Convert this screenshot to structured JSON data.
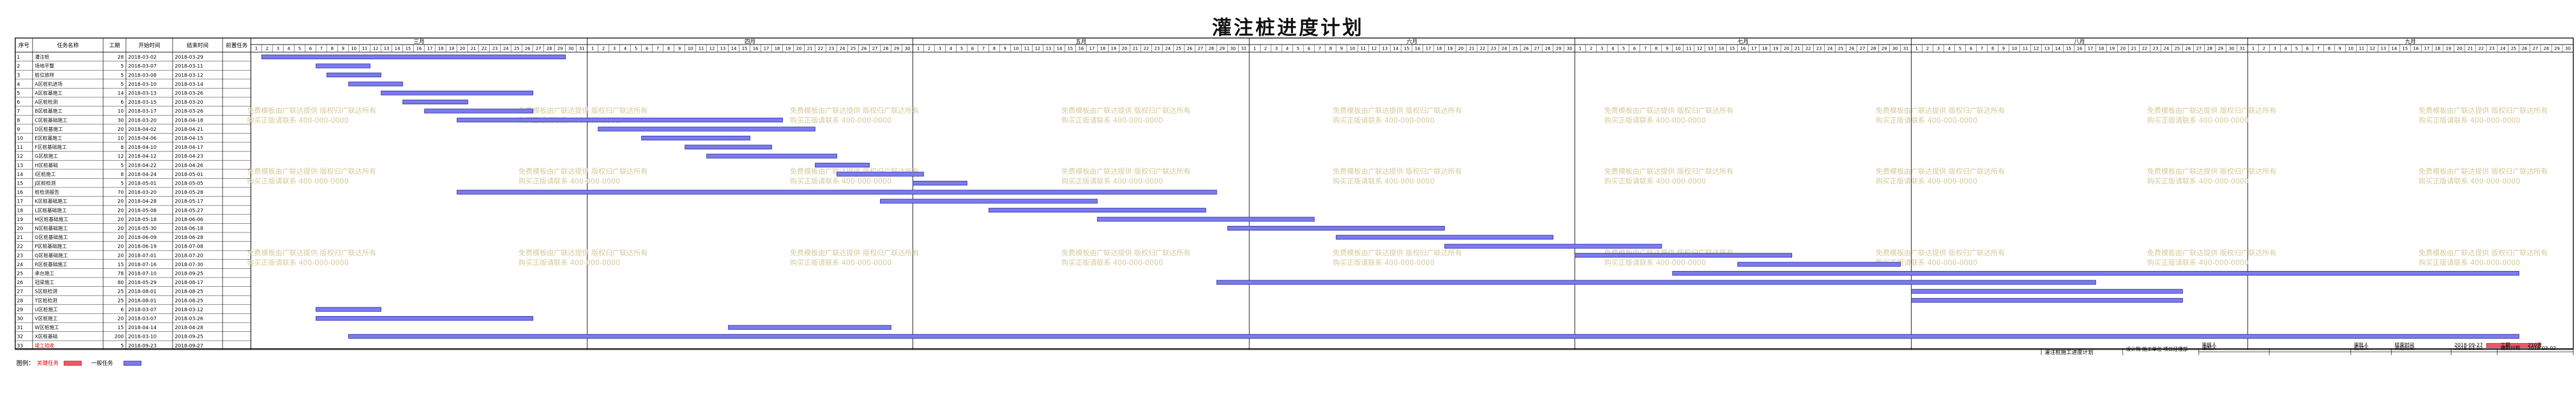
{
  "page_title": "灌注桩进度计划",
  "columns": [
    "序号",
    "任务名称",
    "工期",
    "开始时间",
    "结束时间",
    "前置任务"
  ],
  "watermark_line1": "免费模板由广联达提供 版权归广联达所有",
  "watermark_line2": "购买正版请联系 400-000-0000",
  "colors": {
    "bar": "#7b7beb",
    "bar_border": "#1a1a9c",
    "critical": "#ee5a6a",
    "grid": "#000000",
    "watermark": "#d6c99a"
  },
  "legend": {
    "label": "图例：",
    "critical": "关键任务",
    "normal": "一般任务"
  },
  "footer": {
    "project_name": "灌注桩施工进度计划",
    "org": "设计院 施工单位 项目经理部",
    "made_by_label": "编制人",
    "made_by": "",
    "reviewer_label": "审核人",
    "reviewer": "",
    "checker_label": "校对人",
    "checker": "",
    "approver_label": "审批人",
    "approver": "",
    "start_label": "开始时间",
    "start_value": "2018-03-02",
    "end_label": "结束时间",
    "end_value": "2018-09-27",
    "duration_label": "工期",
    "duration_value": "210天",
    "plan_label": "编制日期",
    "plan_value": "2018-03-02"
  },
  "chart_data": {
    "type": "gantt",
    "months": [
      {
        "label": "三月",
        "days": 31
      },
      {
        "label": "四月",
        "days": 30
      },
      {
        "label": "五月",
        "days": 31
      },
      {
        "label": "六月",
        "days": 30
      },
      {
        "label": "七月",
        "days": 31
      },
      {
        "label": "八月",
        "days": 31
      },
      {
        "label": "九月",
        "days": 30
      }
    ],
    "tasks": [
      {
        "id": "1",
        "name": "灌注桩",
        "duration": "28",
        "start": "2018-03-02",
        "end": "2018-03-29",
        "pred": "",
        "critical": false
      },
      {
        "id": "2",
        "name": "场地平整",
        "duration": "5",
        "start": "2018-03-07",
        "end": "2018-03-11",
        "pred": "",
        "critical": false
      },
      {
        "id": "3",
        "name": "桩位放样",
        "duration": "5",
        "start": "2018-03-08",
        "end": "2018-03-12",
        "pred": "",
        "critical": false
      },
      {
        "id": "4",
        "name": "A区桩机进场",
        "duration": "5",
        "start": "2018-03-10",
        "end": "2018-03-14",
        "pred": "",
        "critical": false
      },
      {
        "id": "5",
        "name": "A区桩基施工",
        "duration": "14",
        "start": "2018-03-13",
        "end": "2018-03-26",
        "pred": "",
        "critical": false
      },
      {
        "id": "6",
        "name": "A区桩检测",
        "duration": "6",
        "start": "2018-03-15",
        "end": "2018-03-20",
        "pred": "",
        "critical": false
      },
      {
        "id": "7",
        "name": "B区桩基施工",
        "duration": "10",
        "start": "2018-03-17",
        "end": "2018-03-26",
        "pred": "",
        "critical": false
      },
      {
        "id": "8",
        "name": "C区桩基础施工",
        "duration": "30",
        "start": "2018-03-20",
        "end": "2018-04-18",
        "pred": "",
        "critical": false
      },
      {
        "id": "9",
        "name": "D区桩基施工",
        "duration": "20",
        "start": "2018-04-02",
        "end": "2018-04-21",
        "pred": "",
        "critical": false
      },
      {
        "id": "10",
        "name": "E区桩基施工",
        "duration": "10",
        "start": "2018-04-06",
        "end": "2018-04-15",
        "pred": "",
        "critical": false
      },
      {
        "id": "11",
        "name": "F区桩基础施工",
        "duration": "8",
        "start": "2018-04-10",
        "end": "2018-04-17",
        "pred": "",
        "critical": false
      },
      {
        "id": "12",
        "name": "G区桩施工",
        "duration": "12",
        "start": "2018-04-12",
        "end": "2018-04-23",
        "pred": "",
        "critical": false
      },
      {
        "id": "13",
        "name": "H区桩基础",
        "duration": "5",
        "start": "2018-04-22",
        "end": "2018-04-26",
        "pred": "",
        "critical": false
      },
      {
        "id": "14",
        "name": "I区桩施工",
        "duration": "8",
        "start": "2018-04-24",
        "end": "2018-05-01",
        "pred": "",
        "critical": false
      },
      {
        "id": "15",
        "name": "J区桩检测",
        "duration": "5",
        "start": "2018-05-01",
        "end": "2018-05-05",
        "pred": "",
        "critical": false
      },
      {
        "id": "16",
        "name": "桩检测报告",
        "duration": "70",
        "start": "2018-03-20",
        "end": "2018-05-28",
        "pred": "",
        "critical": false
      },
      {
        "id": "17",
        "name": "K区桩基础施工",
        "duration": "20",
        "start": "2018-04-28",
        "end": "2018-05-17",
        "pred": "",
        "critical": false
      },
      {
        "id": "18",
        "name": "L区桩基础施工",
        "duration": "20",
        "start": "2018-05-08",
        "end": "2018-05-27",
        "pred": "",
        "critical": false
      },
      {
        "id": "19",
        "name": "M区桩基础施工",
        "duration": "20",
        "start": "2018-05-18",
        "end": "2018-06-06",
        "pred": "",
        "critical": false
      },
      {
        "id": "20",
        "name": "N区桩基础施工",
        "duration": "20",
        "start": "2018-05-30",
        "end": "2018-06-18",
        "pred": "",
        "critical": false
      },
      {
        "id": "21",
        "name": "O区桩基础施工",
        "duration": "20",
        "start": "2018-06-09",
        "end": "2018-06-28",
        "pred": "",
        "critical": false
      },
      {
        "id": "22",
        "name": "P区桩基础施工",
        "duration": "20",
        "start": "2018-06-19",
        "end": "2018-07-08",
        "pred": "",
        "critical": false
      },
      {
        "id": "23",
        "name": "Q区桩基础施工",
        "duration": "20",
        "start": "2018-07-01",
        "end": "2018-07-20",
        "pred": "",
        "critical": false
      },
      {
        "id": "24",
        "name": "R区桩基础施工",
        "duration": "15",
        "start": "2018-07-16",
        "end": "2018-07-30",
        "pred": "",
        "critical": false
      },
      {
        "id": "25",
        "name": "承台施工",
        "duration": "78",
        "start": "2018-07-10",
        "end": "2018-09-25",
        "pred": "",
        "critical": false
      },
      {
        "id": "26",
        "name": "冠梁施工",
        "duration": "80",
        "start": "2018-05-29",
        "end": "2018-08-17",
        "pred": "",
        "critical": false
      },
      {
        "id": "27",
        "name": "S区桩检测",
        "duration": "25",
        "start": "2018-08-01",
        "end": "2018-08-25",
        "pred": "",
        "critical": false
      },
      {
        "id": "28",
        "name": "T区桩检测",
        "duration": "25",
        "start": "2018-08-01",
        "end": "2018-08-25",
        "pred": "",
        "critical": false
      },
      {
        "id": "29",
        "name": "U区桩施工",
        "duration": "6",
        "start": "2018-03-07",
        "end": "2018-03-12",
        "pred": "",
        "critical": false
      },
      {
        "id": "30",
        "name": "V区桩施工",
        "duration": "20",
        "start": "2018-03-07",
        "end": "2018-03-26",
        "pred": "",
        "critical": false
      },
      {
        "id": "31",
        "name": "W区桩施工",
        "duration": "15",
        "start": "2018-04-14",
        "end": "2018-04-28",
        "pred": "",
        "critical": false
      },
      {
        "id": "32",
        "name": "X区桩基础",
        "duration": "200",
        "start": "2018-03-10",
        "end": "2018-09-25",
        "pred": "",
        "critical": false
      },
      {
        "id": "33",
        "name": "竣工验收",
        "duration": "5",
        "start": "2018-09-23",
        "end": "2018-09-27",
        "pred": "",
        "critical": true
      }
    ]
  }
}
